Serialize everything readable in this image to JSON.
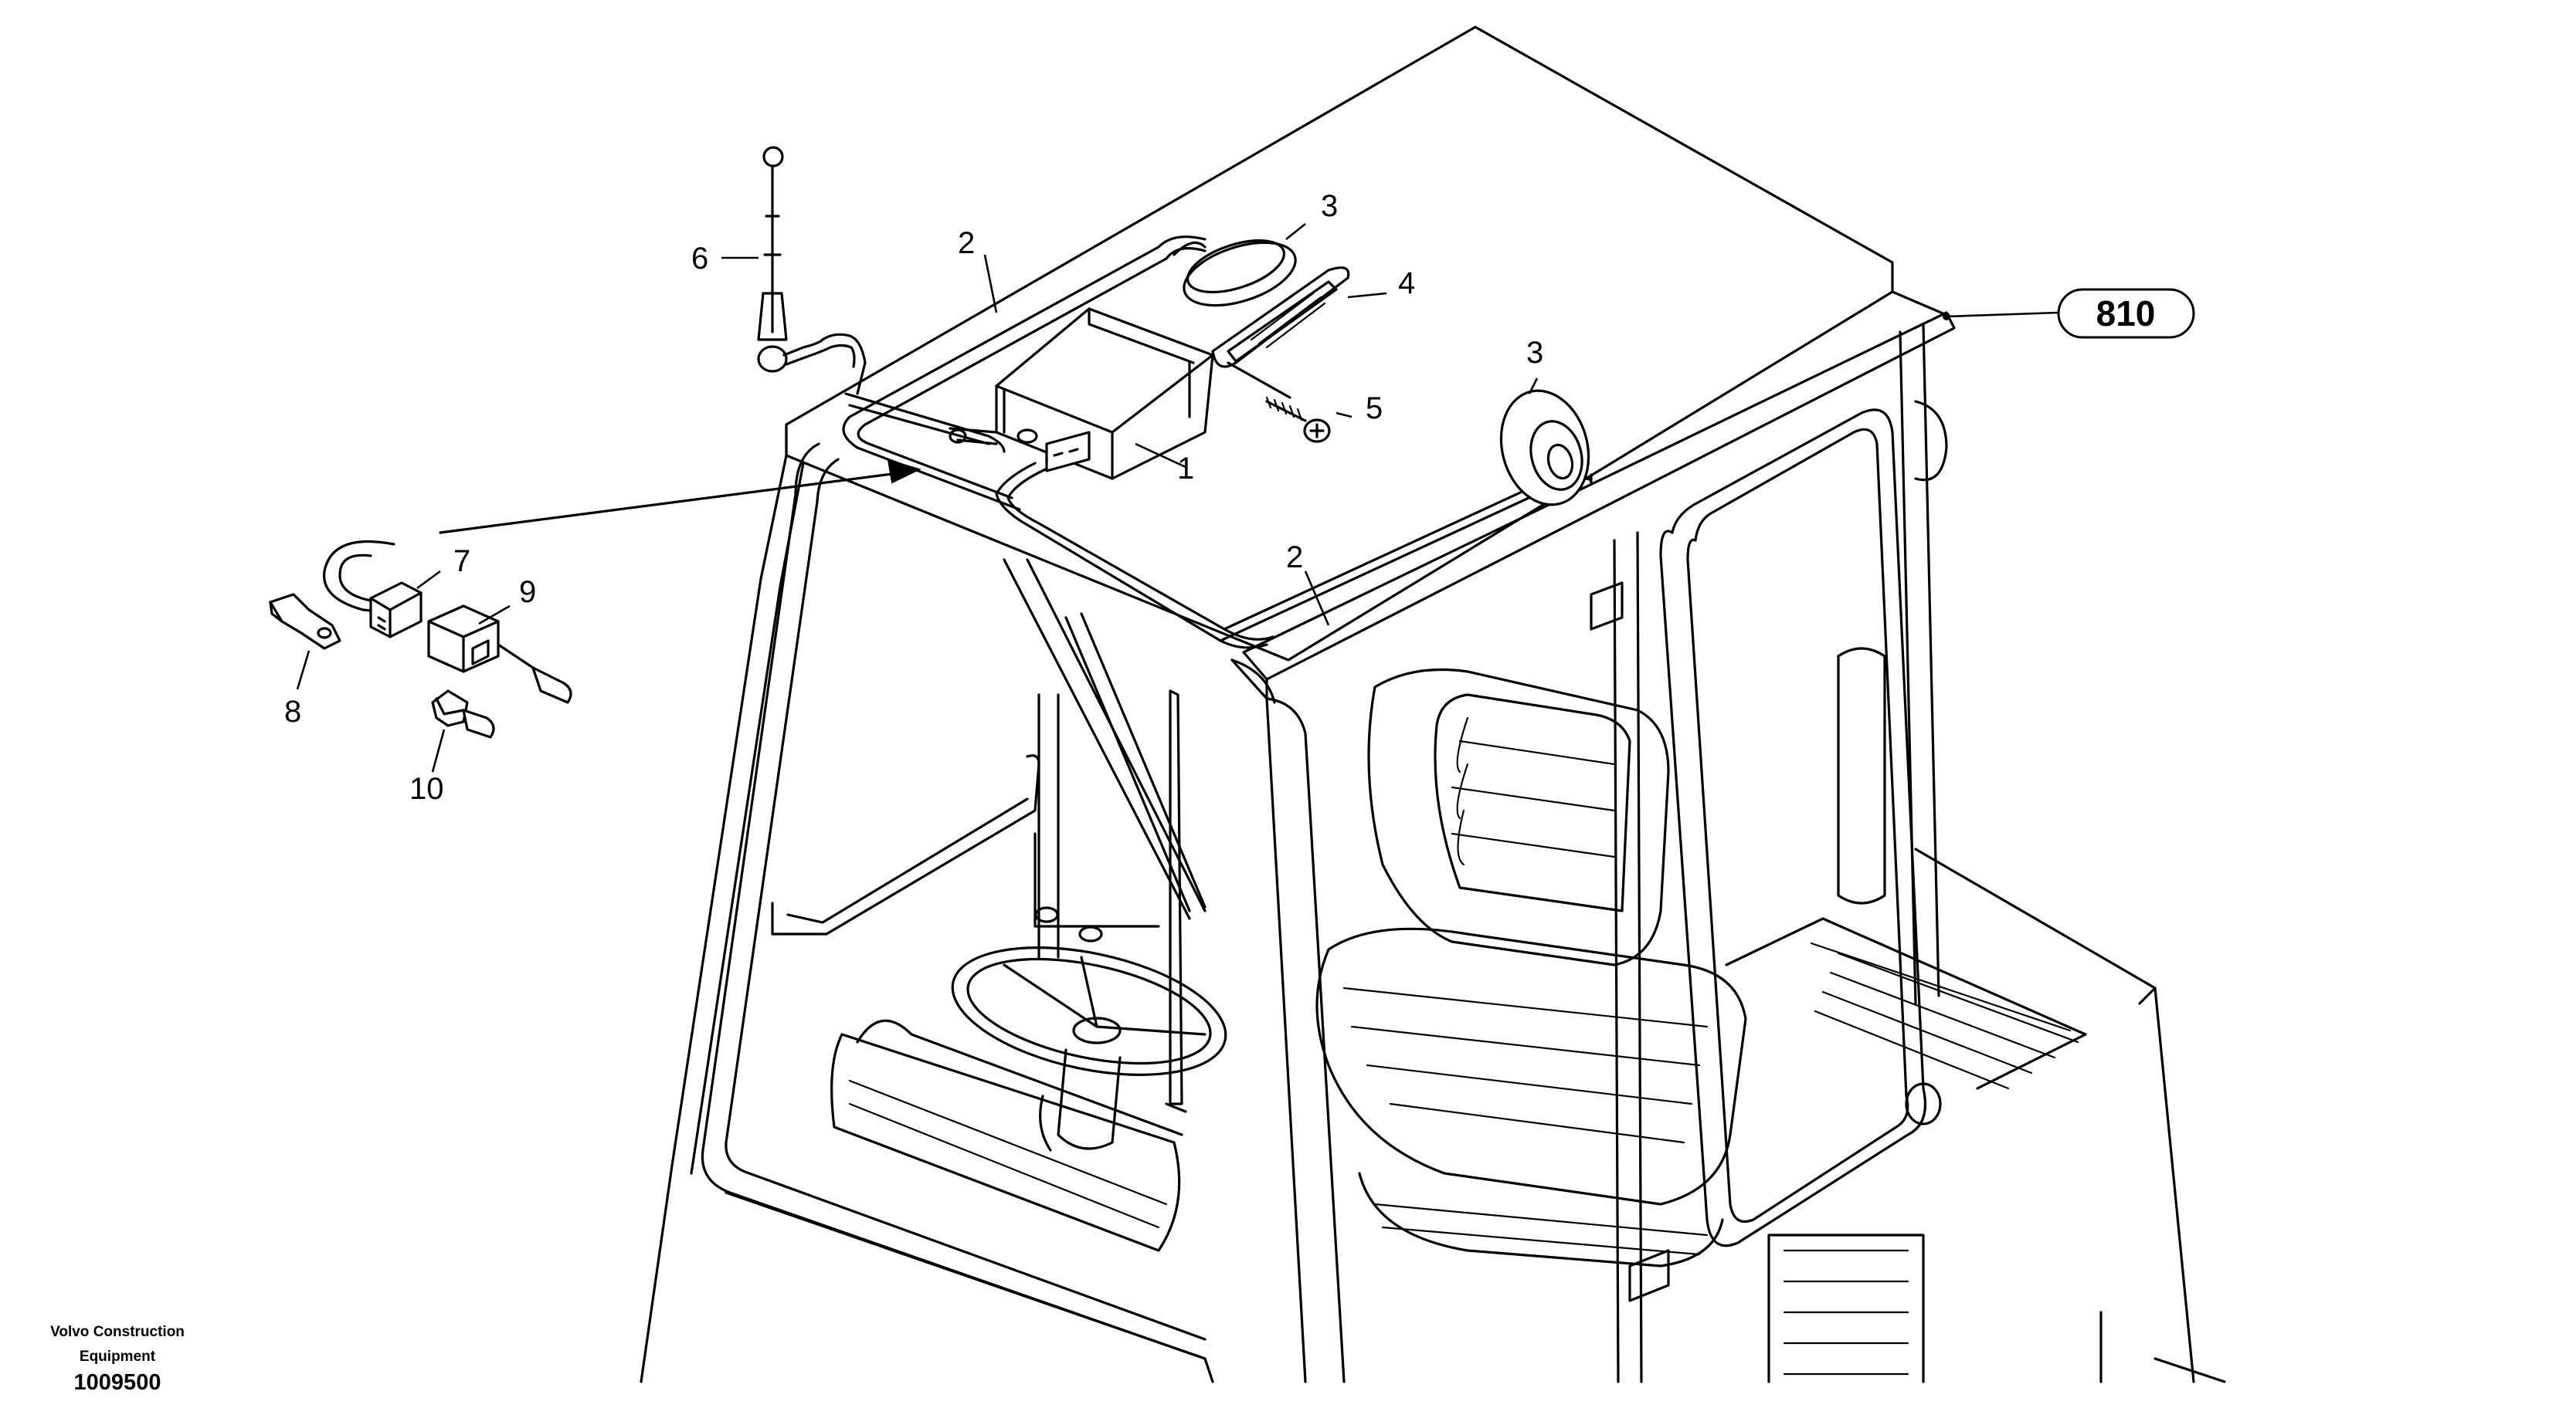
{
  "callouts": [
    {
      "id": "1",
      "label": "1"
    },
    {
      "id": "2a",
      "label": "2"
    },
    {
      "id": "2b",
      "label": "2"
    },
    {
      "id": "3a",
      "label": "3"
    },
    {
      "id": "3b",
      "label": "3"
    },
    {
      "id": "4",
      "label": "4"
    },
    {
      "id": "5",
      "label": "5"
    },
    {
      "id": "6",
      "label": "6"
    },
    {
      "id": "7",
      "label": "7"
    },
    {
      "id": "8",
      "label": "8"
    },
    {
      "id": "9",
      "label": "9"
    },
    {
      "id": "10",
      "label": "10"
    }
  ],
  "section_badge": "810",
  "footer": {
    "company_line1": "Volvo Construction",
    "company_line2": "Equipment",
    "drawing_number": "1009500"
  }
}
